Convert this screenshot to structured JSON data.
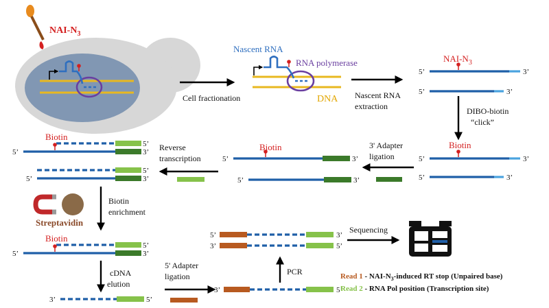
{
  "texts": {
    "nai_n3_top": "NAI-N",
    "nascent_rna": "Nascent RNA",
    "rna_polymerase": "RNA polymerase",
    "dna": "DNA",
    "cell_fractionation": "Cell fractionation",
    "nascent_rna_extraction_1": "Nascent RNA",
    "nascent_rna_extraction_2": "extraction",
    "nai_n3_right": "NAI-N",
    "dibo_1": "DIBO-biotin",
    "dibo_2": "“click”",
    "biotin": "Biotin",
    "adapter3_1": "3' Adapter",
    "adapter3_2": "ligation",
    "rt_1": "Reverse",
    "rt_2": "transcription",
    "enrich_1": "Biotin",
    "enrich_2": "enrichment",
    "streptavidin": "Streptavidin",
    "elution_1": "cDNA",
    "elution_2": "elution",
    "adapter5_1": "5' Adapter",
    "adapter5_2": "ligation",
    "pcr": "PCR",
    "sequencing": "Sequencing",
    "read1_prefix": "Read 1",
    "read1_desc_a": " - NAI-N",
    "read1_desc_b": "-induced RT stop (Unpaired base)",
    "read2_prefix": "Read 2",
    "read2_desc": " - RNA Pol position (Transcription site)",
    "subscript_3": "3",
    "five_prime": "5’",
    "three_prime": "3’"
  },
  "icons": {
    "pipette": "pipette-icon",
    "magnet": "magnet-icon",
    "bead": "bead-icon",
    "sequencer": "sequencer-icon"
  },
  "colors": {
    "rna": "#1f5fa8",
    "rna_tip": "#4aa3df",
    "dna": "#e8b820",
    "polymerase": "#6a3fa0",
    "biotin_mark": "#d42020",
    "adapter3": "#3b7a2a",
    "read2_adapter": "#86c24a",
    "adapter5": "#b85a20",
    "read1_text": "#b85a20",
    "read2_text": "#86c24a"
  }
}
